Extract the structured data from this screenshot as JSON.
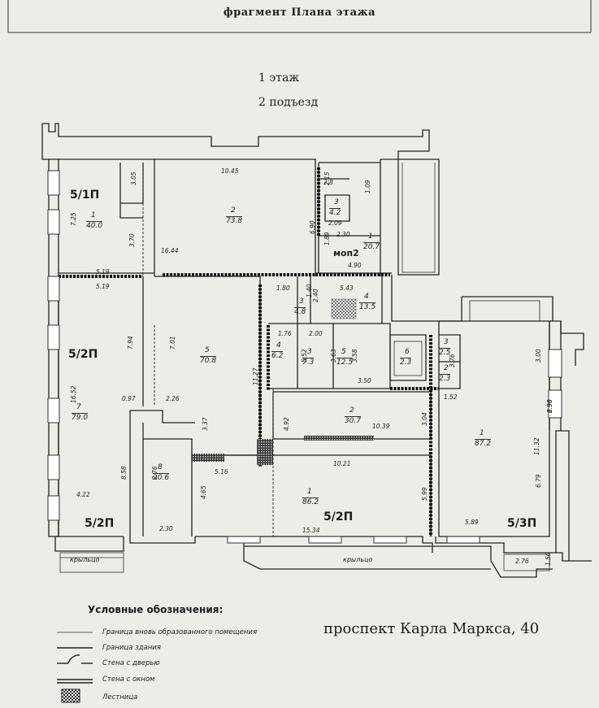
{
  "header": "фрагмент Плана этажа",
  "floor": "1 этаж",
  "entrance": "2 подъезд",
  "address": "проспект Карла Маркса, 40",
  "legend": {
    "title": "Условные обозначения:",
    "items": [
      "Граница вновь образованного помещения",
      "Граница здания",
      "Стена с дверью",
      "Стена с окном",
      "Лестница"
    ]
  },
  "units": [
    "5/1П",
    "5/2П",
    "5/2П",
    "5/2П",
    "5/3П"
  ],
  "mop": "моп2",
  "porch": [
    "крыльцо",
    "крыльцо"
  ],
  "rooms": [
    {
      "n": "1",
      "a": "40.0"
    },
    {
      "n": "2",
      "a": "73.8"
    },
    {
      "n": "3",
      "a": "4.2"
    },
    {
      "n": "1",
      "a": "20.7"
    },
    {
      "n": "3",
      "a": "4.8"
    },
    {
      "n": "4",
      "a": "13.5"
    },
    {
      "n": "4",
      "a": "6.2"
    },
    {
      "n": "3",
      "a": "7.3"
    },
    {
      "n": "5",
      "a": "12.5"
    },
    {
      "n": "6",
      "a": "2.3"
    },
    {
      "n": "3",
      "a": "2.5"
    },
    {
      "n": "2",
      "a": "2.3"
    },
    {
      "n": "5",
      "a": "70.8"
    },
    {
      "n": "7",
      "a": "79.0"
    },
    {
      "n": "2",
      "a": "30.7"
    },
    {
      "n": "1",
      "a": "87.2"
    },
    {
      "n": "8",
      "a": "20.6"
    },
    {
      "n": "1",
      "a": "86.2"
    }
  ],
  "dims": [
    "10.45",
    "3.05",
    "7.25",
    "3.70",
    "16.44",
    "6.90",
    "2.15",
    "2.8",
    "1.09",
    "2.09",
    "2.30",
    "1.89",
    "4.90",
    "5.19",
    "5.19",
    "1.80",
    "1.40",
    "2.40",
    "5.43",
    "1.76",
    "2.00",
    "5.52",
    "3.63",
    "3.58",
    "3.50",
    "3.76",
    "1.52",
    "3.00",
    "6.90",
    "7.01",
    "11.27",
    "7.94",
    "16.52",
    "0.97",
    "2.26",
    "4.92",
    "10.39",
    "3.04",
    "2.98",
    "11.32",
    "6.79",
    "3.37",
    "5.16",
    "10.21",
    "2.76",
    "8.58",
    "4.65",
    "5.99",
    "4.22",
    "2.30",
    "15.34",
    "5.89",
    "2.76",
    "1.50"
  ]
}
